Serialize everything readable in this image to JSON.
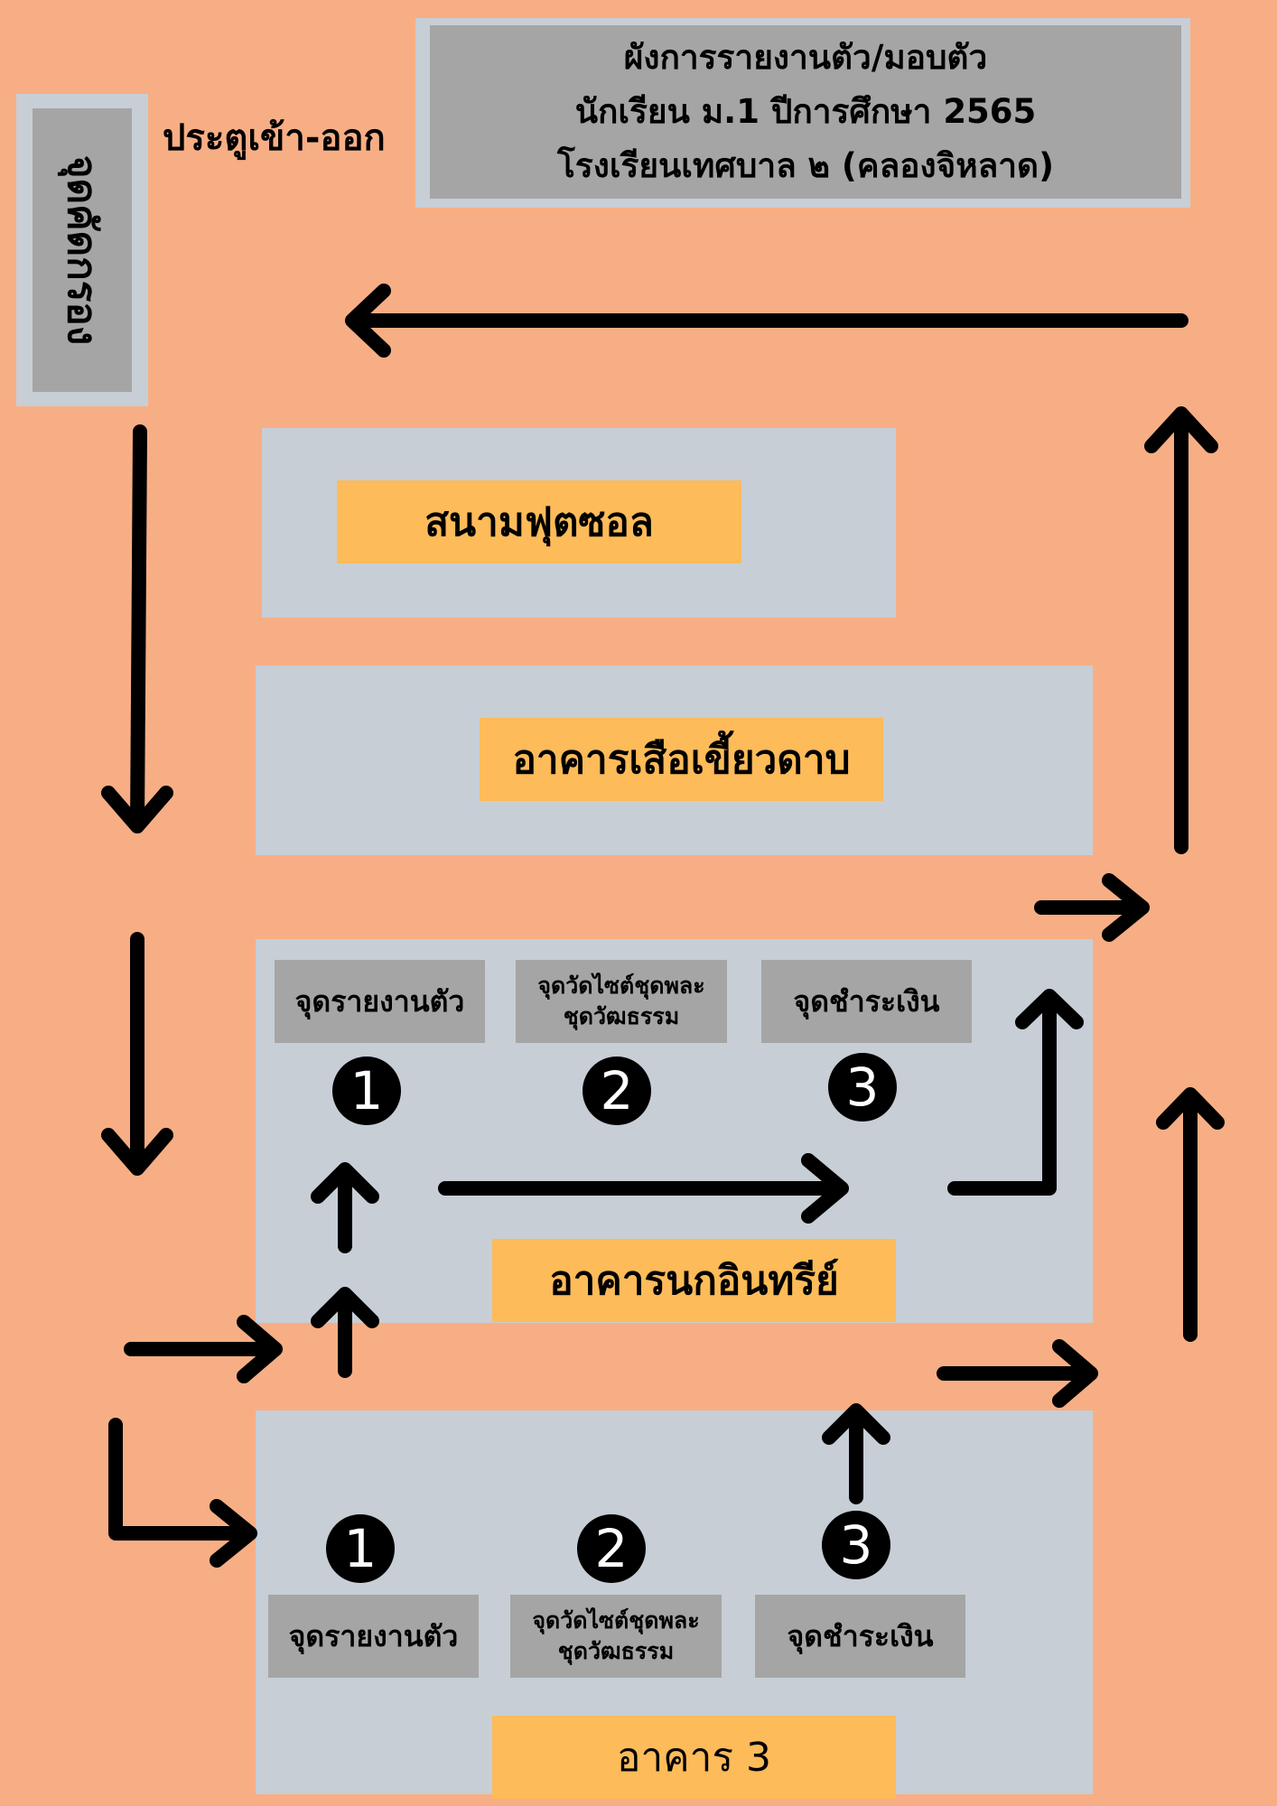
{
  "title": {
    "line1": "ผังการรายงานตัว/มอบตัว",
    "line2": "นักเรียน ม.1 ปีการศึกษา 2565",
    "line3": "โรงเรียนเทศบาล ๒ (คลองจิหลาด)"
  },
  "screening_point": "จุดคัดกรอง",
  "gate": "ประตูเข้า-ออก",
  "areas": {
    "futsal": "สนามฟุตซอล",
    "tiger_building": "อาคารเสือเขี้ยวดาบ",
    "bird_building": "อาคารนกอินทรีย์",
    "building3": "อาคาร  3"
  },
  "stations": {
    "report": "จุดรายงานตัว",
    "uniform_line1": "จุดวัดไซต์ชุดพละ",
    "uniform_line2": "ชุดวัฒธรรม",
    "payment": "จุดชำระเงิน"
  },
  "numbers": [
    "1",
    "2",
    "3"
  ]
}
